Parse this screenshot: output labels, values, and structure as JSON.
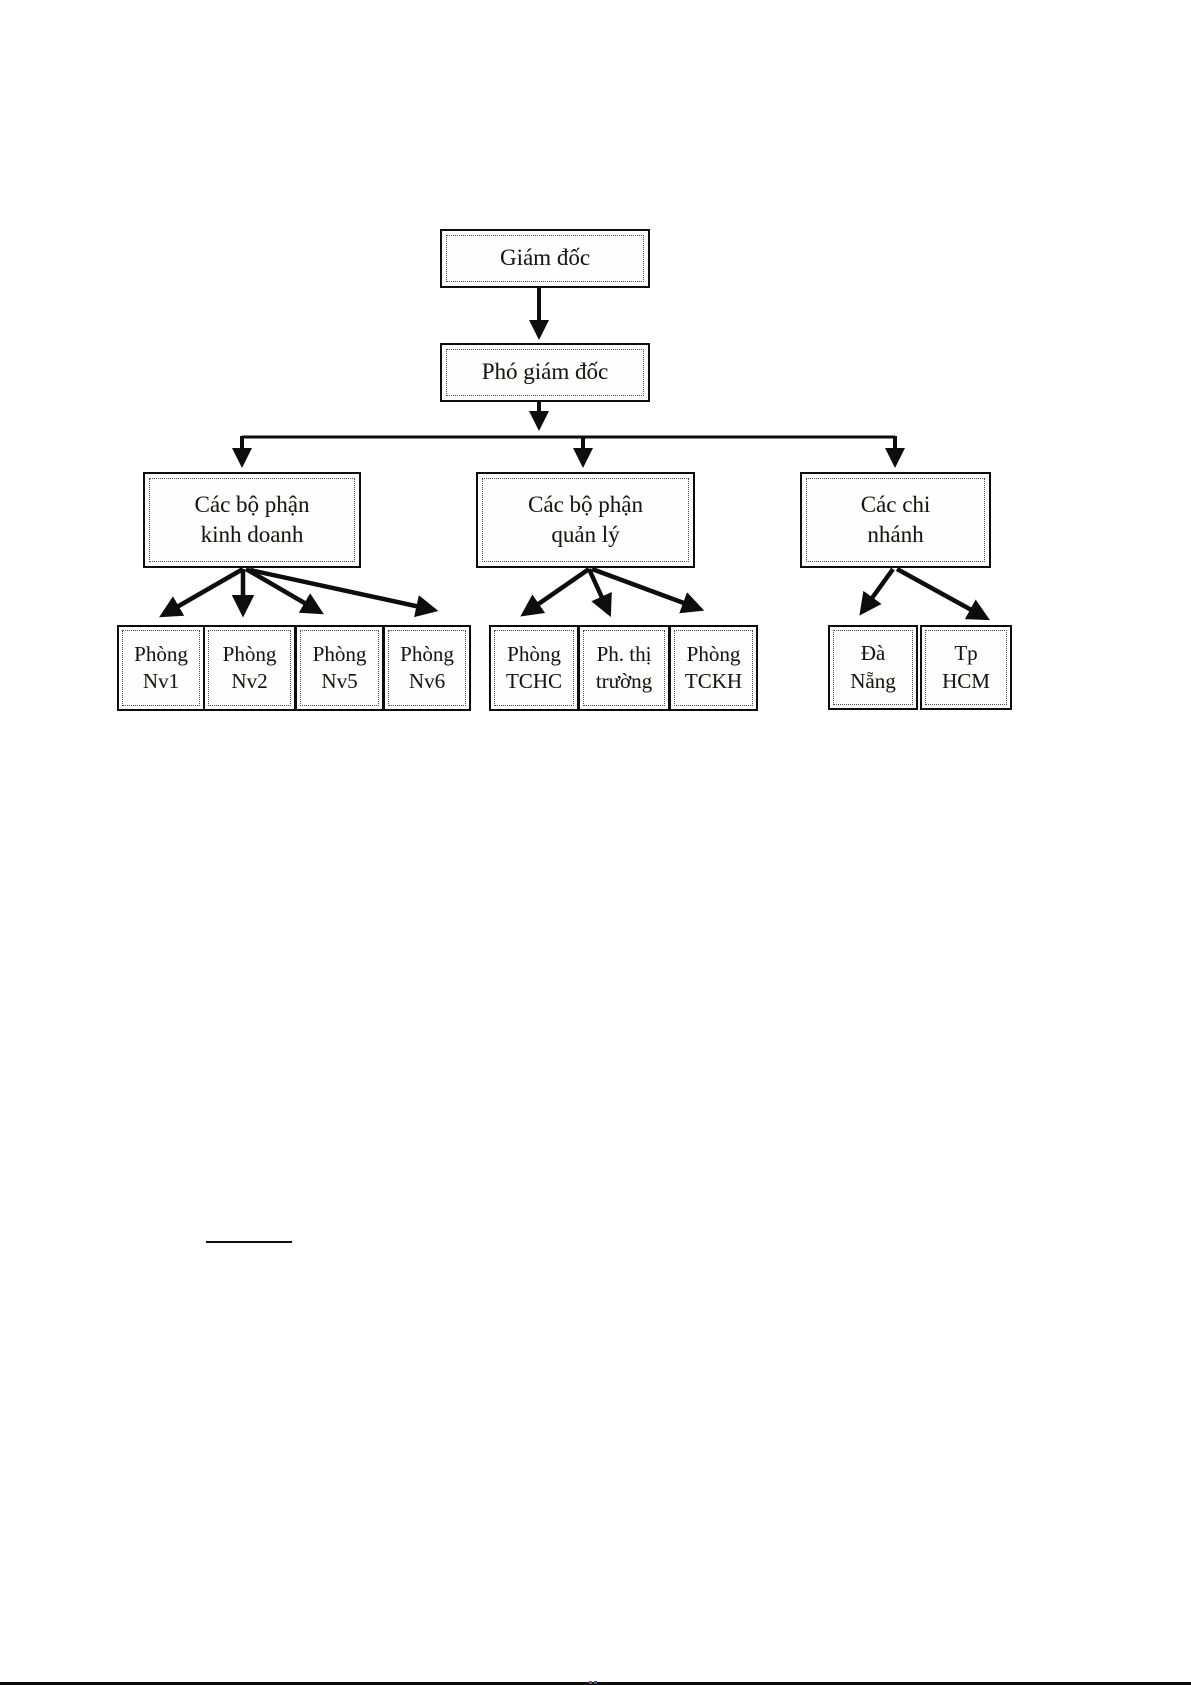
{
  "page": {
    "background": "#ffffff",
    "line_color": "#000000",
    "bottom_border_color": "#000000"
  },
  "diagram": {
    "type": "org-chart",
    "nodes": {
      "director": {
        "lines": [
          "Giám đốc"
        ]
      },
      "deputy_director": {
        "lines": [
          "Phó giám đốc"
        ]
      },
      "business_departments": {
        "lines": [
          "Các bộ phận",
          "kinh doanh"
        ]
      },
      "management_departments": {
        "lines": [
          "Các bộ phận",
          "quản lý"
        ]
      },
      "branches": {
        "lines": [
          "Các chi",
          "nhánh"
        ]
      },
      "phong_nv1": {
        "lines": [
          "Phòng",
          "Nv1"
        ]
      },
      "phong_nv2": {
        "lines": [
          "Phòng",
          "Nv2"
        ]
      },
      "phong_nv5": {
        "lines": [
          "Phòng",
          "Nv5"
        ]
      },
      "phong_nv6": {
        "lines": [
          "Phòng",
          "Nv6"
        ]
      },
      "phong_tchc": {
        "lines": [
          "Phòng",
          "TCHC"
        ]
      },
      "ph_thi_truong": {
        "lines": [
          "Ph. thị",
          "trường"
        ]
      },
      "phong_tckh": {
        "lines": [
          "Phòng",
          "TCKH"
        ]
      },
      "da_nang": {
        "lines": [
          "Đà",
          "Nẵng"
        ]
      },
      "tp_hcm": {
        "lines": [
          "Tp",
          "HCM"
        ]
      }
    },
    "edges": [
      [
        "director",
        "deputy_director"
      ],
      [
        "deputy_director",
        "business_departments"
      ],
      [
        "deputy_director",
        "management_departments"
      ],
      [
        "deputy_director",
        "branches"
      ],
      [
        "business_departments",
        "phong_nv1"
      ],
      [
        "business_departments",
        "phong_nv2"
      ],
      [
        "business_departments",
        "phong_nv5"
      ],
      [
        "business_departments",
        "phong_nv6"
      ],
      [
        "management_departments",
        "phong_tchc"
      ],
      [
        "management_departments",
        "ph_thi_truong"
      ],
      [
        "management_departments",
        "phong_tckh"
      ],
      [
        "branches",
        "da_nang"
      ],
      [
        "branches",
        "tp_hcm"
      ]
    ]
  }
}
